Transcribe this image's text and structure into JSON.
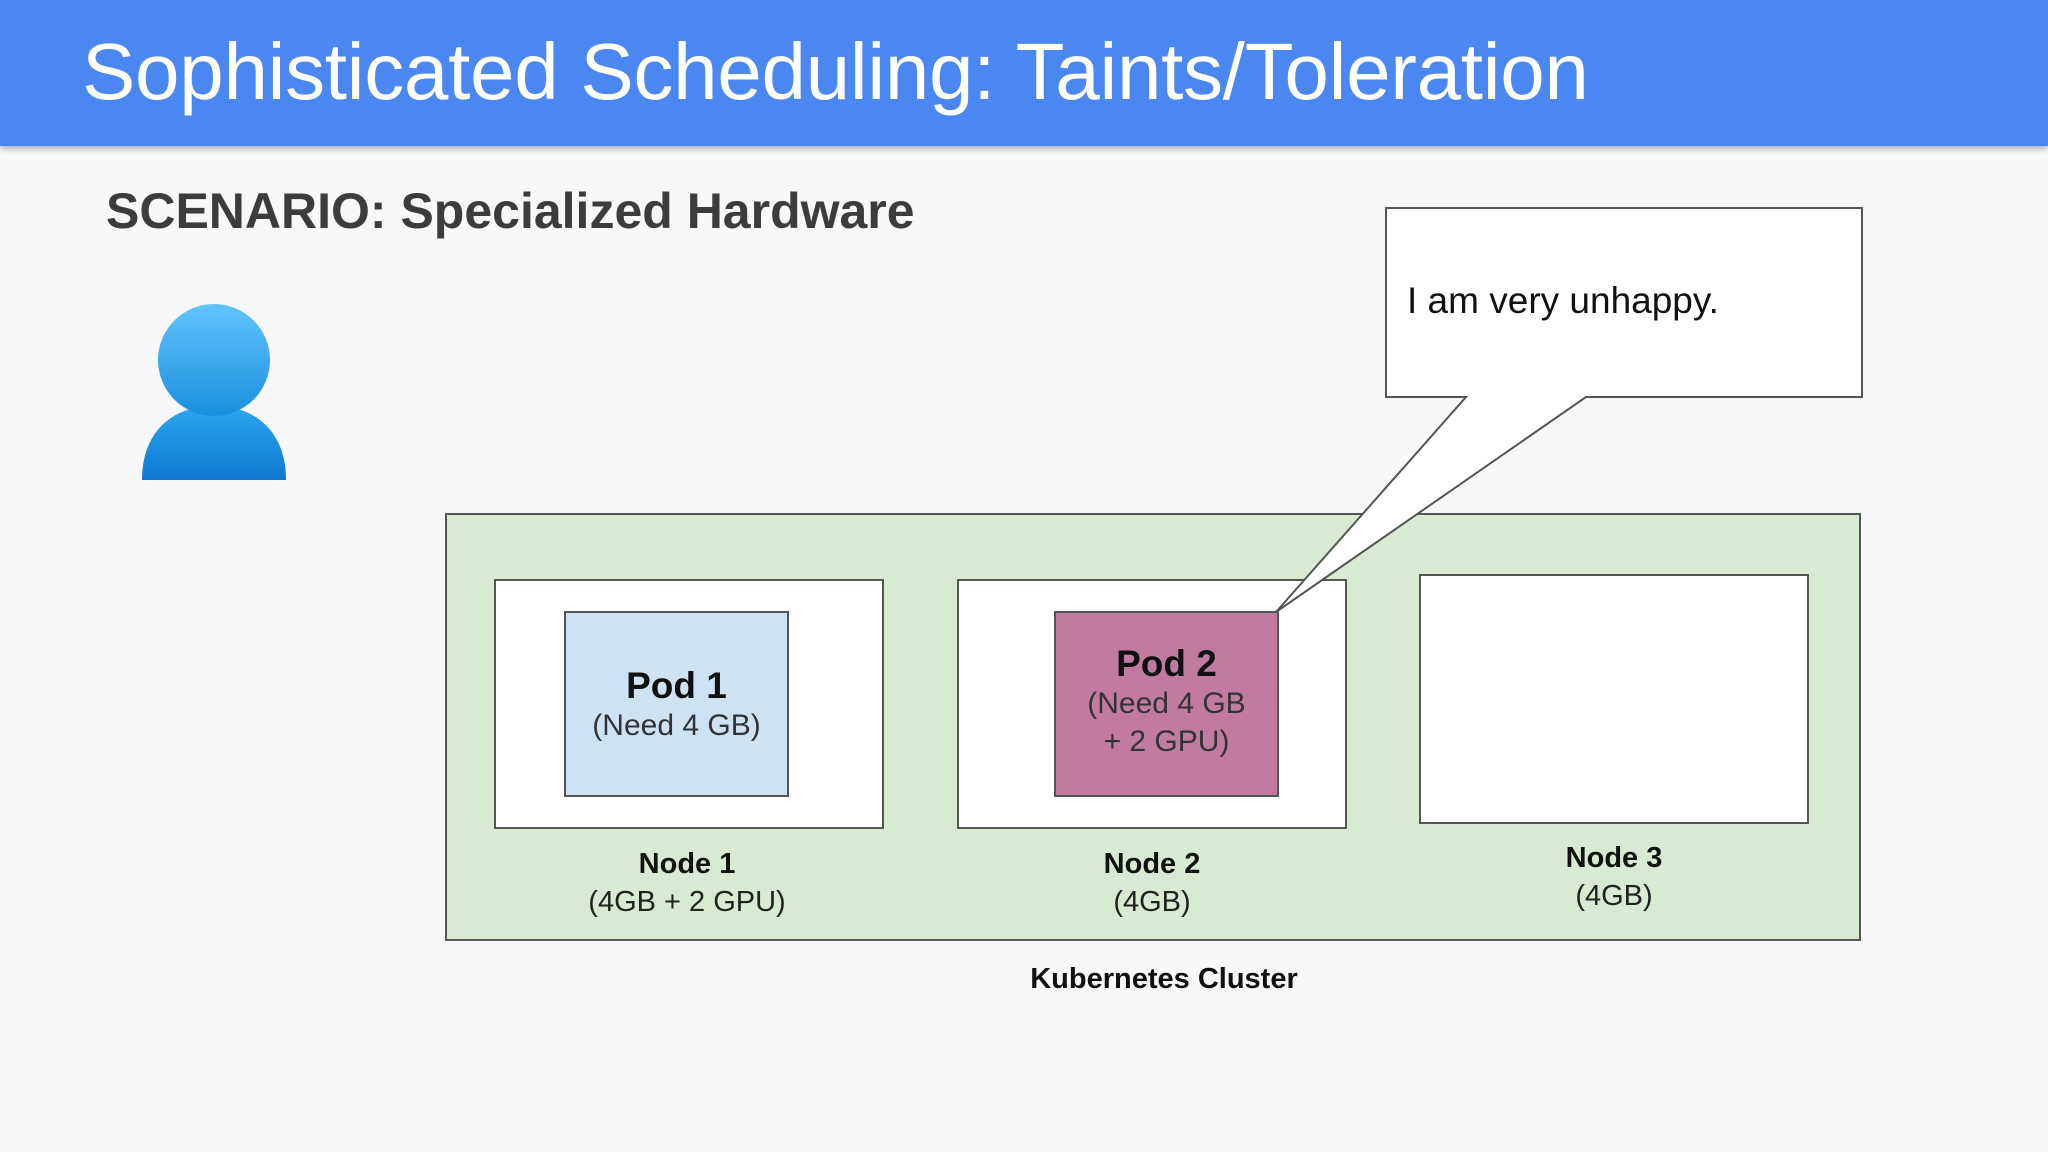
{
  "slide": {
    "title": "Sophisticated Scheduling: Taints/Toleration",
    "scenario": "SCENARIO: Specialized Hardware",
    "cluster_label": "Kubernetes Cluster",
    "callout_text": "I am very unhappy.",
    "colors": {
      "header": "#4a87f0",
      "cluster_bg": "#d9ead3",
      "pod1_bg": "#cfe2f3",
      "pod2_bg": "#c27ba0",
      "user_icon": "#1e9be8"
    },
    "user_icon": "person-icon"
  },
  "nodes": [
    {
      "name": "Node 1",
      "spec": "(4GB + 2 GPU)",
      "pod": {
        "title": "Pod 1",
        "req": "(Need 4 GB)"
      }
    },
    {
      "name": "Node 2",
      "spec": "(4GB)",
      "pod": {
        "title": "Pod 2",
        "req_line1": "(Need 4 GB",
        "req_line2": "+ 2 GPU)"
      }
    },
    {
      "name": "Node 3",
      "spec": "(4GB)"
    }
  ]
}
